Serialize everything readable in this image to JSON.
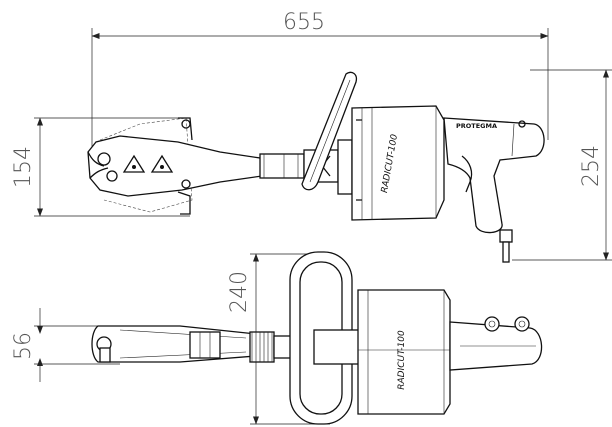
{
  "dimensions": {
    "total_length": "655",
    "head_height": "154",
    "tool_height": "254",
    "handle_width": "240",
    "head_thickness": "56"
  },
  "labels": {
    "brand": "PROTEGMA",
    "model_side": "RADICUT-100",
    "model_top": "RADICUT-100"
  },
  "colors": {
    "line": "#111111",
    "dimension_text": "#555555"
  }
}
